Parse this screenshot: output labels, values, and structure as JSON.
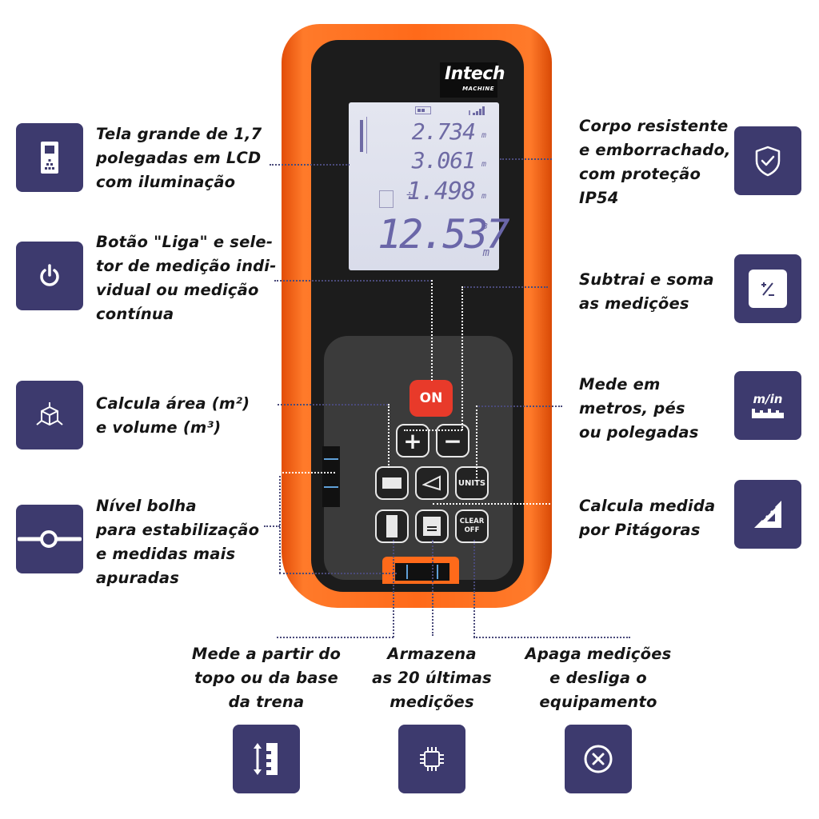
{
  "device": {
    "brand": "Intech",
    "brand_sub": "MACHINE",
    "lcd": {
      "battery_icon": "battery-icon",
      "signal_icon": "signal-bars-icon",
      "row1": "2.734",
      "row2": "3.061",
      "row3": "1.498",
      "row3_operator": "÷",
      "total": "12.537",
      "unit": "m",
      "total_exponent": "3"
    },
    "buttons": {
      "on": "ON",
      "plus": "+",
      "minus": "−",
      "units": "UNITS",
      "clear_line1": "CLEAR",
      "clear_line2": "OFF"
    }
  },
  "features": {
    "left": [
      {
        "icon": "device-display-icon",
        "text": [
          "Tela grande de 1,7",
          "polegadas em LCD",
          "com iluminação"
        ]
      },
      {
        "icon": "power-icon",
        "text": [
          "Botão \"Liga\" e sele-",
          "tor de medição indi-",
          "vidual ou medição",
          "contínua"
        ]
      },
      {
        "icon": "cube-icon",
        "text": [
          "Calcula área (m²)",
          "e volume (m³)"
        ]
      },
      {
        "icon": "bubble-level-icon",
        "text": [
          "Nível bolha",
          "para estabilização",
          "e medidas mais",
          "apuradas"
        ]
      }
    ],
    "right": [
      {
        "icon": "shield-check-icon",
        "text": [
          "Corpo resistente",
          "e emborrachado,",
          "com proteção",
          "IP54"
        ]
      },
      {
        "icon": "plus-minus-icon",
        "text": [
          "Subtrai e soma",
          "as medições"
        ]
      },
      {
        "icon": "ruler-units-icon",
        "icon_label": "m/in",
        "text": [
          "Mede em",
          "metros, pés",
          "ou polegadas"
        ]
      },
      {
        "icon": "set-square-icon",
        "text": [
          "Calcula medida",
          "por Pitágoras"
        ]
      }
    ],
    "bottom": [
      {
        "icon": "ruler-arrow-icon",
        "text": [
          "Mede a partir do",
          "topo ou da base",
          "da trena"
        ]
      },
      {
        "icon": "chip-icon",
        "text": [
          "Armazena",
          "as 20 últimas",
          "medições"
        ]
      },
      {
        "icon": "clear-x-icon",
        "text": [
          "Apaga medições",
          "e desliga o",
          "equipamento"
        ]
      }
    ]
  },
  "colors": {
    "icon_bg": "#3d3a6e",
    "device_orange": "#ff6a1a",
    "on_button": "#e83a2a",
    "lcd_bg": "#dfe2ee",
    "lcd_digits": "#6e6aa4"
  }
}
